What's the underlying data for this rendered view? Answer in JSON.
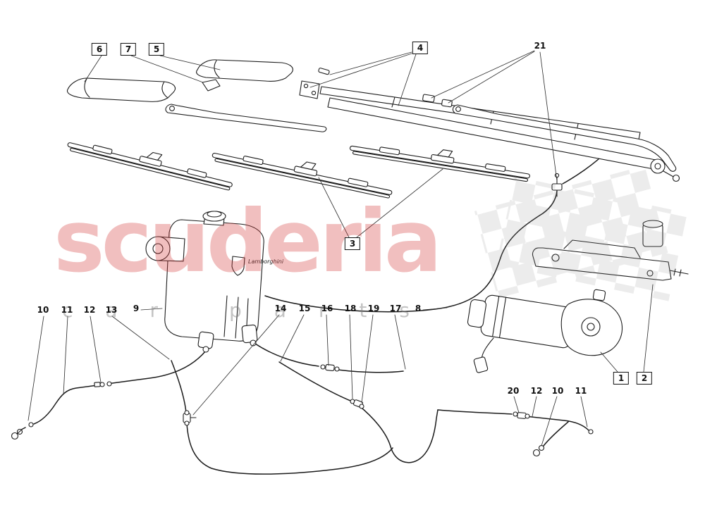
{
  "watermark": {
    "word": "scuderia",
    "letters": "car parts"
  },
  "badge": {
    "brand": "Lamborghini"
  },
  "callouts": {
    "n1": "1",
    "n2": "2",
    "n3": "3",
    "n4": "4",
    "n5": "5",
    "n6": "6",
    "n7": "7",
    "n8": "8",
    "n9": "9",
    "n10a": "10",
    "n10b": "10",
    "n11a": "11",
    "n11b": "11",
    "n12a": "12",
    "n12b": "12",
    "n13": "13",
    "n14": "14",
    "n15": "15",
    "n16": "16",
    "n17": "17",
    "n18": "18",
    "n19": "19",
    "n20": "20",
    "n21": "21"
  }
}
